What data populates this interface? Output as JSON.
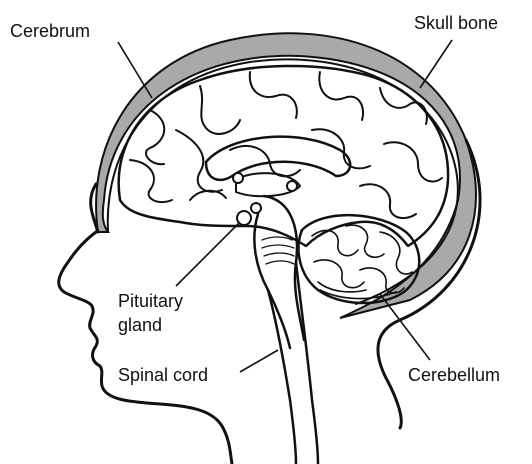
{
  "labels": {
    "cerebrum": "Cerebrum",
    "skull_bone": "Skull bone",
    "pituitary_line1": "Pituitary",
    "pituitary_line2": "gland",
    "spinal_cord": "Spinal cord",
    "cerebellum": "Cerebellum"
  },
  "colors": {
    "skull": "#a9a9a9",
    "line": "#111111",
    "background": "#ffffff"
  }
}
